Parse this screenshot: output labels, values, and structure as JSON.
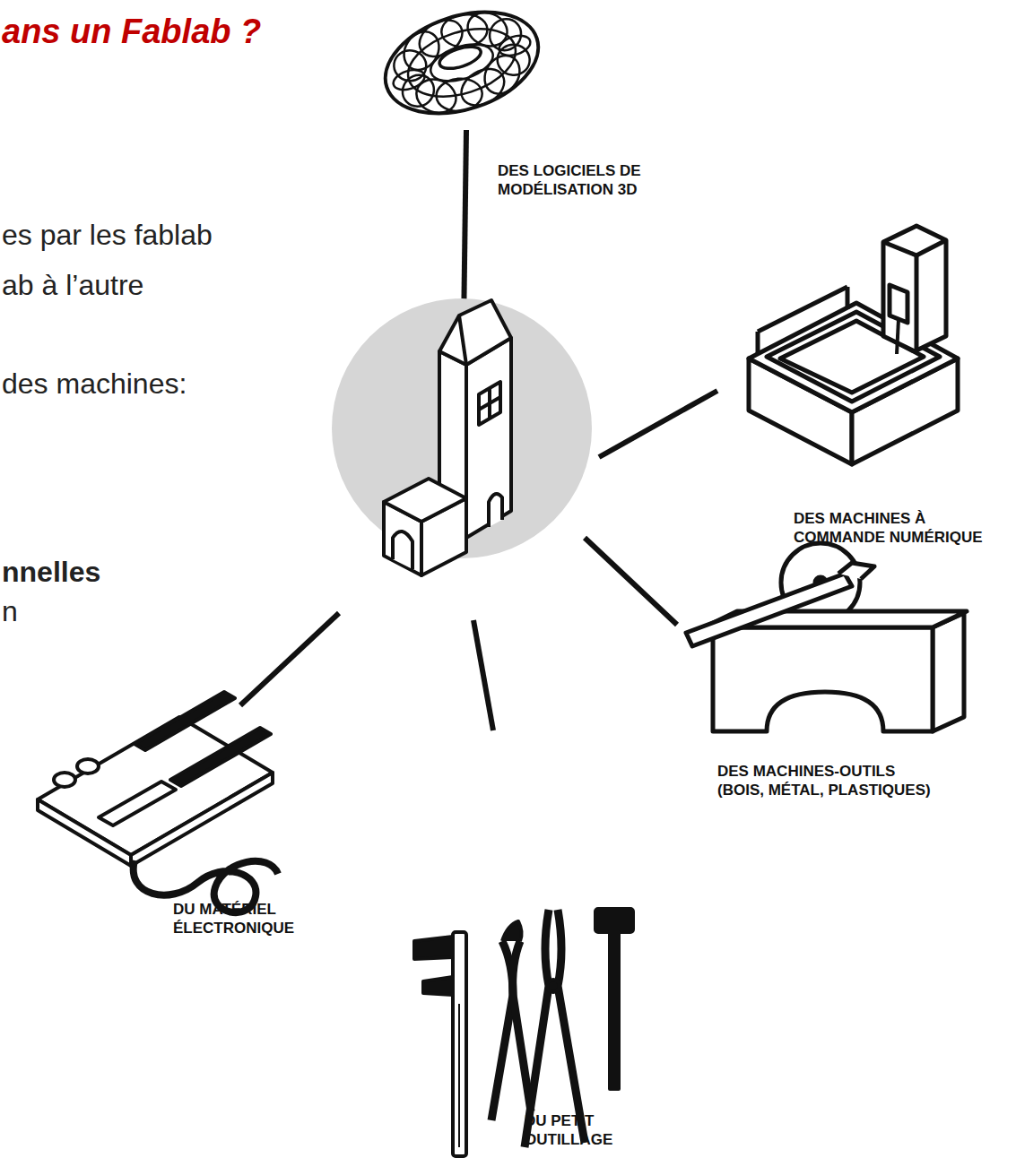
{
  "diagram": {
    "title": "ans un Fablab ?",
    "labels": [
      "DES LOGICIELS DE MODÉLISATION 3D",
      "es par les fablab",
      "ab à l’autre",
      "des machines:",
      "DES MACHINES À COMMANDE NUMÉRIQUE",
      "nnelles",
      "n",
      "DES MACHINES-OUTILS (BOIS, MÉTAL, PLASTIQUES)",
      "DU MATÉRIEL ÉLECTRONIQUE",
      "DU PETIT OUTILLAGE"
    ]
  }
}
